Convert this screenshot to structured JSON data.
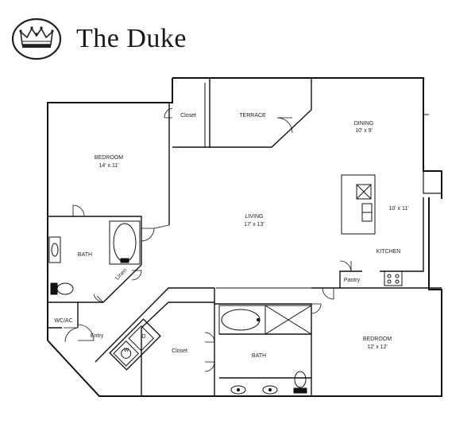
{
  "header": {
    "title": "The Duke"
  },
  "rooms": {
    "closet_top": "Closet",
    "terrace": "TERRACE",
    "dining": "DINING",
    "dining_dim": "10' x 9'",
    "bedroom1": "BEDROOM",
    "bedroom1_dim": "14' x 11'",
    "living": "LIVING",
    "living_dim": "17' x 13'",
    "kitchen_dim": "10' x 11'",
    "kitchen": "KITCHEN",
    "bath1": "BATH",
    "linen": "Linen",
    "pantry": "Pantry",
    "wcac": "WC/AC",
    "entry": "Entry",
    "closet_center": "Closet",
    "bath2": "BATH",
    "bedroom2": "BEDROOM",
    "bedroom2_dim": "12' x 12'",
    "washer": "W",
    "dryer": "D"
  }
}
